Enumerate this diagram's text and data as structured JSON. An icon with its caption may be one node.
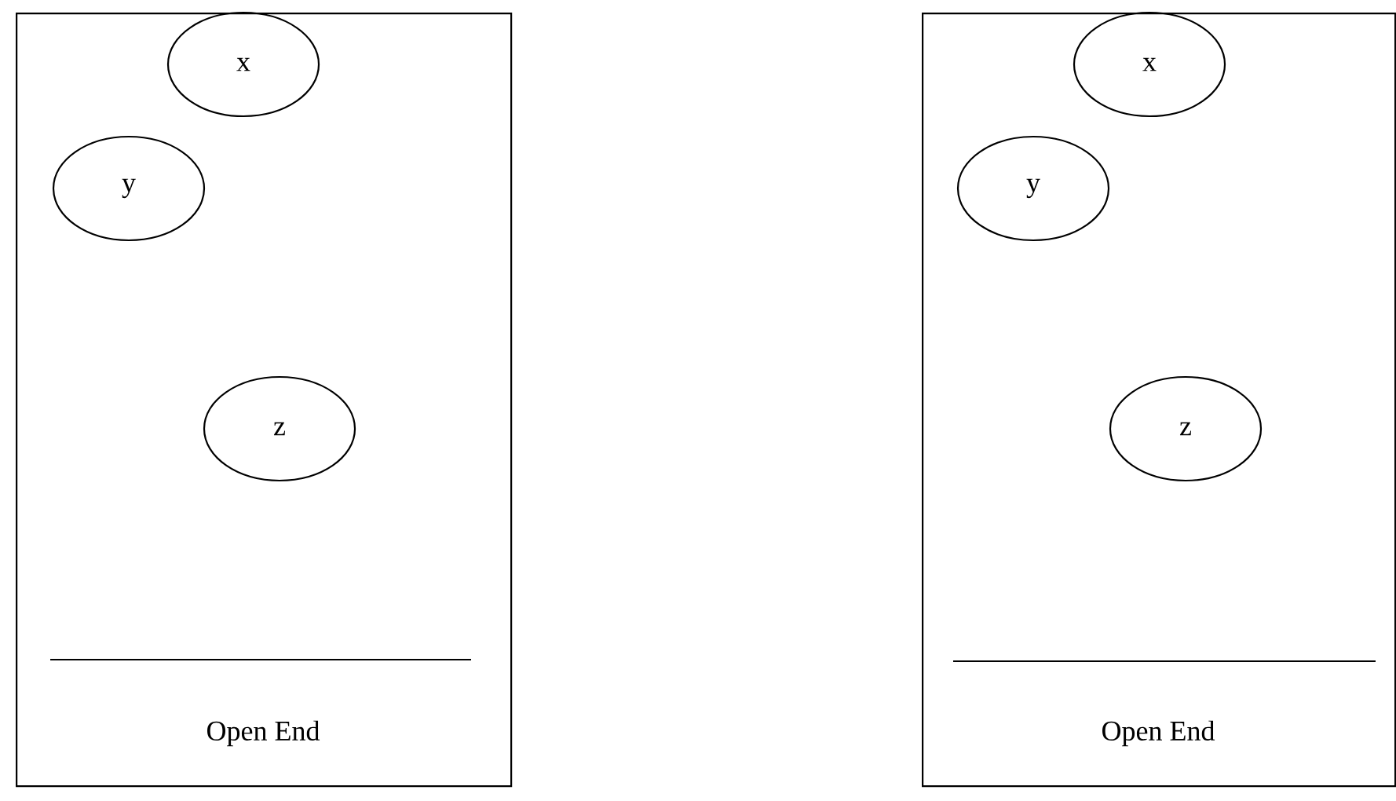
{
  "diagram": {
    "nodes": [
      {
        "text": [
          "Open End"
        ]
      },
      {
        "text": [
          "x"
        ],
        "in": 0
      },
      {
        "text": [
          "y"
        ],
        "in": 0
      },
      {
        "text": [
          "z"
        ],
        "in": 0
      },
      {
        "text": [
          "Open End"
        ]
      },
      {
        "text": [
          "x"
        ],
        "in": 4
      },
      {
        "text": [
          "y"
        ],
        "in": 4
      },
      {
        "text": [
          "z"
        ],
        "in": 4
      }
    ]
  }
}
